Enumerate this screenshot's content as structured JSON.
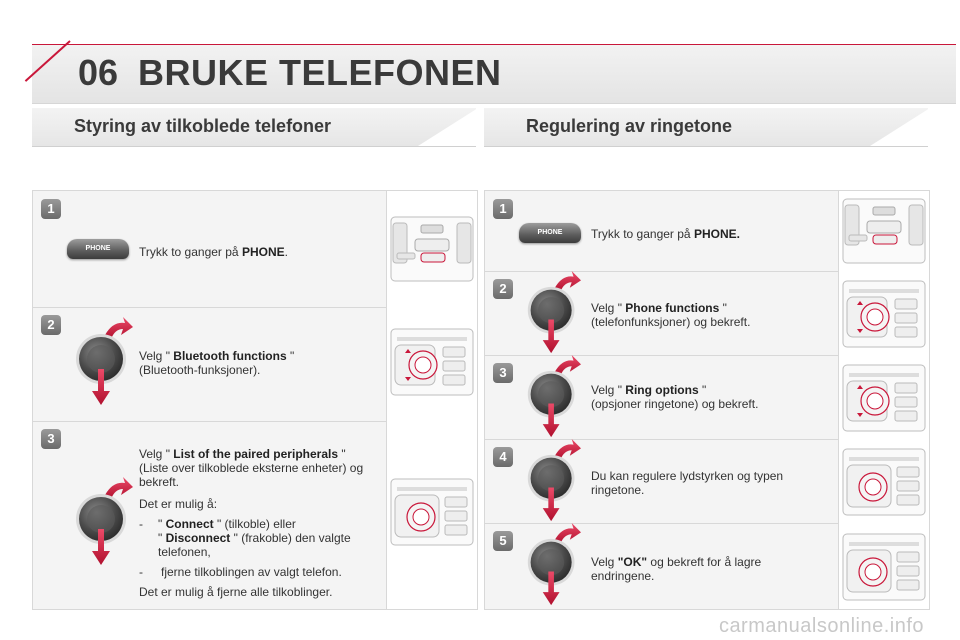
{
  "chapter": {
    "number": "06",
    "title": "BRUKE TELEFONEN"
  },
  "left": {
    "title": "Styring av tilkoblede telefoner",
    "steps": [
      {
        "n": "1",
        "pre": "Trykk to ganger på ",
        "bold": "PHONE",
        "post": "."
      },
      {
        "n": "2",
        "pre": "Velg \" ",
        "bold": "Bluetooth functions",
        "post": " \"",
        "line2": "(Bluetooth-funksjoner)."
      },
      {
        "n": "3",
        "pre": "Velg \" ",
        "bold": "List of the paired peripherals",
        "post": " \"",
        "line2": "(Liste over tilkoblede eksterne enheter) og bekreft.",
        "intro": "Det er mulig å:",
        "b1_dash": "-",
        "b1_q1": "\" ",
        "b1_bold1": "Connect",
        "b1_mid": " \" (tilkoble) eller",
        "b1_q2": "\" ",
        "b1_bold2": "Disconnect",
        "b1_end": " \" (frakoble) den valgte telefonen,",
        "b2_dash": "-",
        "b2_text": "fjerne tilkoblingen av valgt telefon.",
        "outro": "Det er mulig å fjerne alle tilkoblinger."
      }
    ]
  },
  "right": {
    "title": "Regulering av ringetone",
    "steps": [
      {
        "n": "1",
        "pre": "Trykk to ganger på ",
        "bold": "PHONE.",
        "post": ""
      },
      {
        "n": "2",
        "pre": "Velg \" ",
        "bold": "Phone functions",
        "post": " \"",
        "line2": "(telefonfunksjoner) og bekreft."
      },
      {
        "n": "3",
        "pre": "Velg \" ",
        "bold": "Ring options",
        "post": " \"",
        "line2": "(opsjoner ringetone) og bekreft."
      },
      {
        "n": "4",
        "text": "Du kan regulere lydstyrken og typen ringetone."
      },
      {
        "n": "5",
        "pre": "Velg ",
        "bold": "\"OK\"",
        "post": " og bekreft for å lagre endringene."
      }
    ]
  },
  "phone_button_label": "PHONE",
  "watermark": "carmanualsonline.info",
  "colors": {
    "accent": "#c9173a",
    "panel": "#f4f4f4",
    "text": "#333333"
  }
}
